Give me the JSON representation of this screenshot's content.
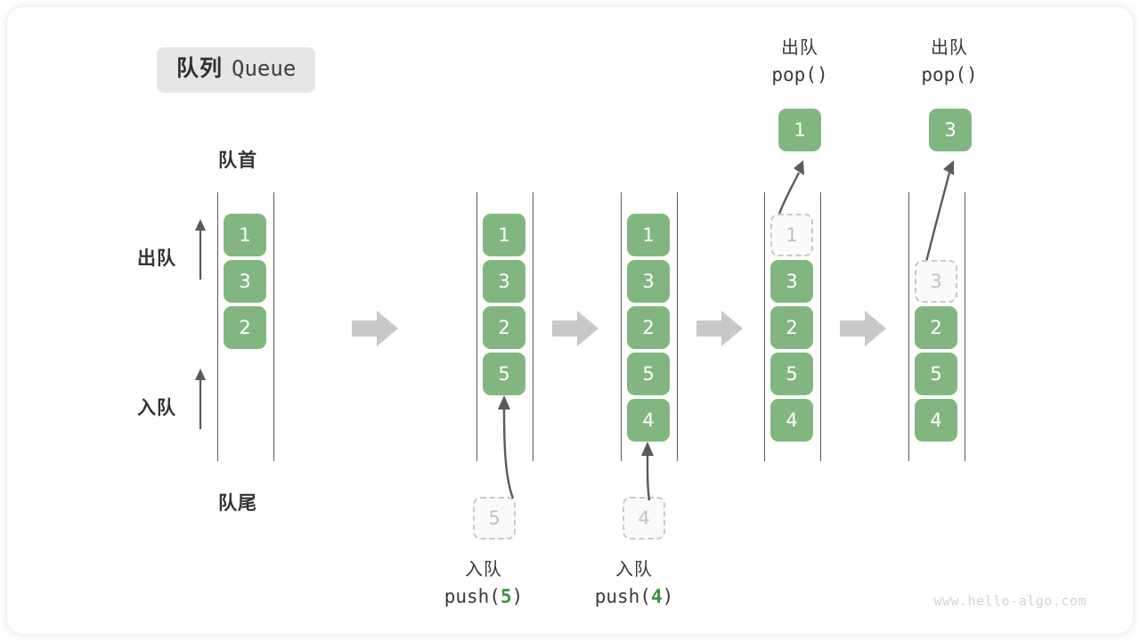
{
  "title": {
    "cn": "队列",
    "en": "Queue"
  },
  "labels": {
    "head": "队首",
    "tail": "队尾",
    "dequeue": "出队",
    "enqueue": "入队"
  },
  "watermark": "www.hello-algo.com",
  "colors": {
    "element": "#82b681",
    "ghost_border": "#c9c9c9",
    "ghost_text": "#c2c2c2",
    "rail": "#5a5a5a",
    "step_arrow": "#c8c8c8",
    "accent_arg": "#3d9140",
    "badge_bg": "#e6e6e6",
    "text": "#333333"
  },
  "steps": [
    {
      "id": "initial",
      "values": [
        "1",
        "3",
        "2"
      ],
      "ghost": null,
      "popped": null,
      "operation": null
    },
    {
      "id": "push-5",
      "values": [
        "1",
        "3",
        "2",
        "5"
      ],
      "ghost": {
        "value": "5",
        "position": "below"
      },
      "popped": null,
      "operation": {
        "cn": "入队",
        "fn": "push(",
        "arg": "5",
        "fn_end": ")"
      }
    },
    {
      "id": "push-4",
      "values": [
        "1",
        "3",
        "2",
        "5",
        "4"
      ],
      "ghost": {
        "value": "4",
        "position": "below"
      },
      "popped": null,
      "operation": {
        "cn": "入队",
        "fn": "push(",
        "arg": "4",
        "fn_end": ")"
      }
    },
    {
      "id": "pop-1",
      "values": [
        "3",
        "2",
        "5",
        "4"
      ],
      "ghost": {
        "value": "1",
        "position": "slot0"
      },
      "popped": "1",
      "operation": {
        "cn": "出队",
        "fn": "pop(",
        "arg": "",
        "fn_end": ")"
      }
    },
    {
      "id": "pop-3",
      "values": [
        "2",
        "5",
        "4"
      ],
      "ghost": {
        "value": "3",
        "position": "slot1"
      },
      "popped": "3",
      "operation": {
        "cn": "出队",
        "fn": "pop(",
        "arg": "",
        "fn_end": ")"
      }
    }
  ],
  "cells": {
    "c1": [
      "1",
      "3",
      "2"
    ],
    "c2": [
      "1",
      "3",
      "2",
      "5"
    ],
    "c3": [
      "1",
      "3",
      "2",
      "5",
      "4"
    ],
    "c4": [
      "3",
      "2",
      "5",
      "4"
    ],
    "c5": [
      "2",
      "5",
      "4"
    ],
    "ghost2": "5",
    "ghost3": "4",
    "ghost4": "1",
    "ghost5": "3",
    "pop4": "1",
    "pop5": "3"
  },
  "ops": {
    "push5": {
      "cn": "入队",
      "pre": "push(",
      "arg": "5",
      "post": ")"
    },
    "push4": {
      "cn": "入队",
      "pre": "push(",
      "arg": "4",
      "post": ")"
    },
    "pop4": {
      "cn": "出队",
      "code": "pop()"
    },
    "pop5": {
      "cn": "出队",
      "code": "pop()"
    }
  }
}
